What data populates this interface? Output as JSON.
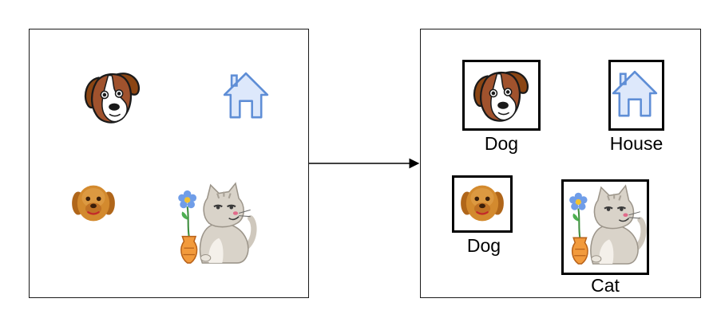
{
  "detections": [
    {
      "label": "Dog"
    },
    {
      "label": "House"
    },
    {
      "label": "Dog"
    },
    {
      "label": "Cat"
    }
  ],
  "icons": {
    "cartoon_dog": "dog-face-icon",
    "house": "house-icon",
    "plush_dog": "plush-dog-icon",
    "cat": "cat-with-flower-icon"
  },
  "colors": {
    "dog_brown": "#9c4f1e",
    "house_blue": "#5f8ed6",
    "house_fill": "#dde8fb",
    "plush_orange": "#c87a1e",
    "cat_grey": "#cfc8bd",
    "box_border": "#000000"
  }
}
